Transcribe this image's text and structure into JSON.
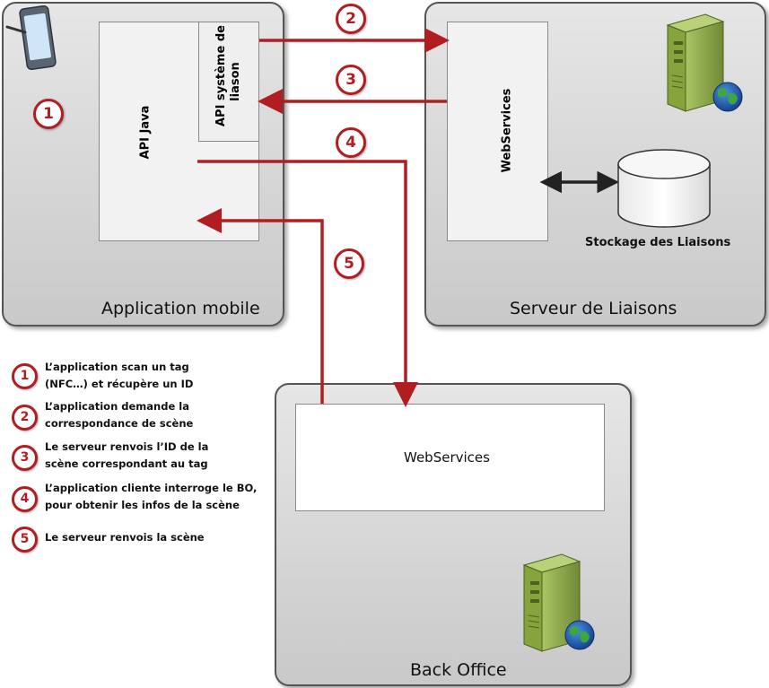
{
  "panels": {
    "mobile": {
      "label": "Application mobile"
    },
    "liaisons": {
      "label": "Serveur de Liaisons"
    },
    "backoffice": {
      "label": "Back Office"
    }
  },
  "boxes": {
    "api_java": "API Java",
    "api_liaison_line1": "API système de",
    "api_liaison_line2": "liason",
    "webservices_liaisons": "WebServices",
    "webservices_backoffice": "WebServices",
    "database_label": "Stockage des Liaisons"
  },
  "steps": [
    "1",
    "2",
    "3",
    "4",
    "5"
  ],
  "legend": [
    {
      "num": "1",
      "line1": "L’application scan un tag",
      "line2": "(NFC…) et récupère un ID"
    },
    {
      "num": "2",
      "line1": "L’application demande la",
      "line2": "correspondance de scène"
    },
    {
      "num": "3",
      "line1": "Le serveur renvois l’ID de la",
      "line2": "scène correspondant au tag"
    },
    {
      "num": "4",
      "line1": "L’application cliente interroge le BO,",
      "line2": "pour obtenir les infos de la scène"
    },
    {
      "num": "5",
      "line1": "Le serveur renvois la scène",
      "line2": ""
    }
  ],
  "icons": {
    "mobile": "tablet-icon",
    "server_liaisons": "server-globe-icon",
    "server_backoffice": "server-globe-icon"
  },
  "colors": {
    "arrow": "#b01e22",
    "panel_border": "#555555",
    "server_green": "#8fac4c"
  }
}
